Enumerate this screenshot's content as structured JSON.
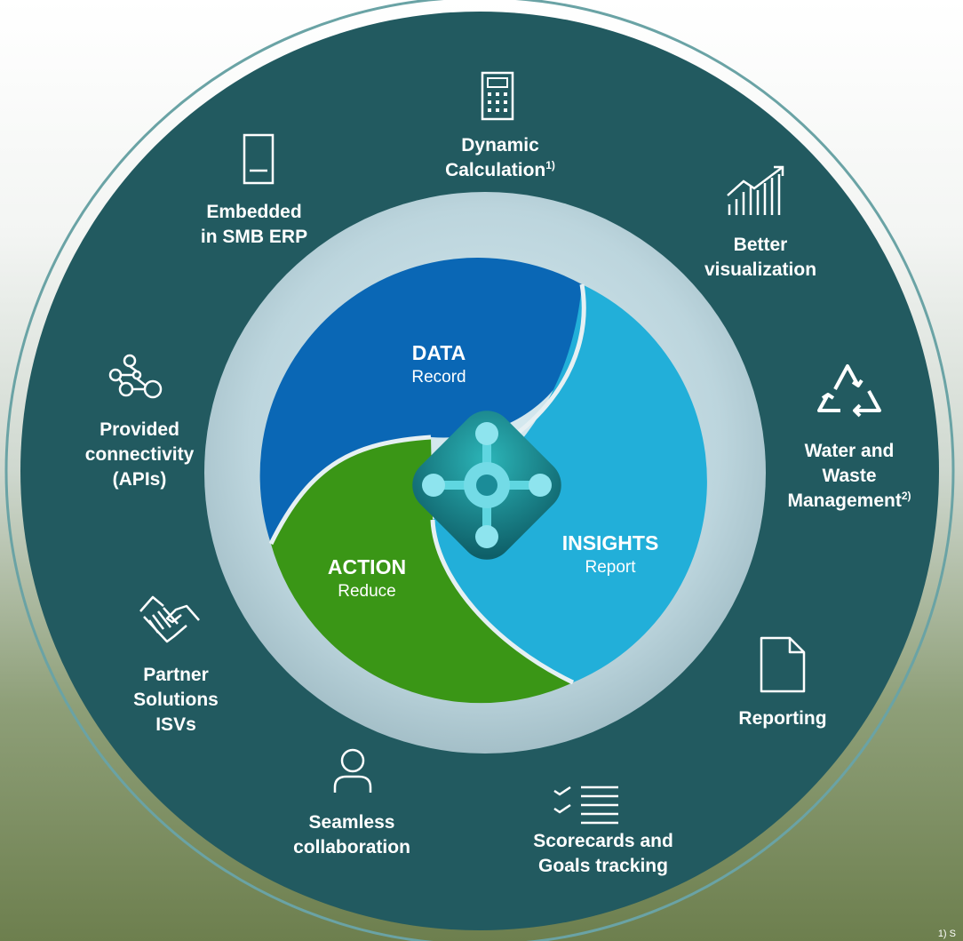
{
  "colors": {
    "ring": "#225a60",
    "data_segment": "#0a67b5",
    "insights_segment": "#22afd9",
    "action_segment": "#3a9616",
    "hub": "#1d8a90"
  },
  "center": {
    "data": {
      "title": "DATA",
      "subtitle": "Record"
    },
    "insights": {
      "title": "INSIGHTS",
      "subtitle": "Report"
    },
    "action": {
      "title": "ACTION",
      "subtitle": "Reduce"
    }
  },
  "features": {
    "dynamic": {
      "line1": "Dynamic",
      "line2": "Calculation",
      "note": "1)",
      "icon": "calculator-icon"
    },
    "embedded": {
      "line1": "Embedded",
      "line2": "in SMB ERP",
      "icon": "device-icon"
    },
    "visualization": {
      "line1": "Better",
      "line2": "visualization",
      "icon": "chart-trend-icon"
    },
    "water": {
      "line1": "Water and",
      "line2": "Waste",
      "line3": "Management",
      "note": "2)",
      "icon": "recycle-icon"
    },
    "connectivity": {
      "line1": "Provided",
      "line2": "connectivity",
      "line3": "(APIs)",
      "icon": "network-icon"
    },
    "partner": {
      "line1": "Partner",
      "line2": "Solutions",
      "line3": "ISVs",
      "icon": "handshake-icon"
    },
    "reporting": {
      "line1": "Reporting",
      "icon": "document-icon"
    },
    "collaboration": {
      "line1": "Seamless",
      "line2": "collaboration",
      "icon": "person-icon"
    },
    "scorecards": {
      "line1": "Scorecards and",
      "line2": "Goals tracking",
      "icon": "checklist-icon"
    }
  },
  "footnote": "1) S"
}
